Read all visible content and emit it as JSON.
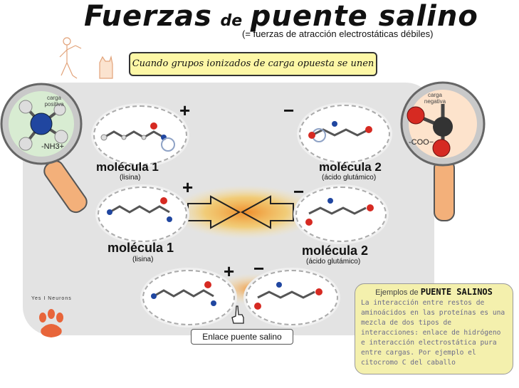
{
  "title": {
    "part1": "Fuerzas",
    "part2": "de",
    "part3": "puente salino"
  },
  "subtitle": "(= fuerzas de atracción electrostáticas débiles)",
  "banner": "Cuando grupos ionizados de carga opuesta se unen",
  "left_lens": {
    "label": "carga positiva",
    "group": "-NH3+"
  },
  "right_lens": {
    "label": "carga negativa",
    "group": "-COO−"
  },
  "row1": {
    "left_name": "molécula 1",
    "left_sub": "(lisina)",
    "right_name": "molécula 2",
    "right_sub": "(ácido glutámico)",
    "plus": "+",
    "minus": "−"
  },
  "row2": {
    "left_name": "molécula 1",
    "left_sub": "(lisina)",
    "right_name": "molécula 2",
    "right_sub": "(ácido glutámico)",
    "plus": "+",
    "minus": "−"
  },
  "row3": {
    "plus": "+",
    "minus": "−"
  },
  "bond_label": "Enlace puente salino",
  "example": {
    "prefix": "Ejemplos de",
    "title": "PUENTE SALINOS",
    "body": "La interacción entre restos de aminoácidos en las proteínas es una mezcla de dos tipos de interacciones: enlace de hidrógeno e interacción electrostática pura entre cargas. Por ejemplo el citocromo C del caballo"
  },
  "logo_text": "Yes I Neurons",
  "colors": {
    "banner": "#fdf7a6",
    "example_bg": "#f4f0ad",
    "panel": "#e3e3e3",
    "glow": "#f7b733",
    "lens_handle": "#f3b07a"
  }
}
